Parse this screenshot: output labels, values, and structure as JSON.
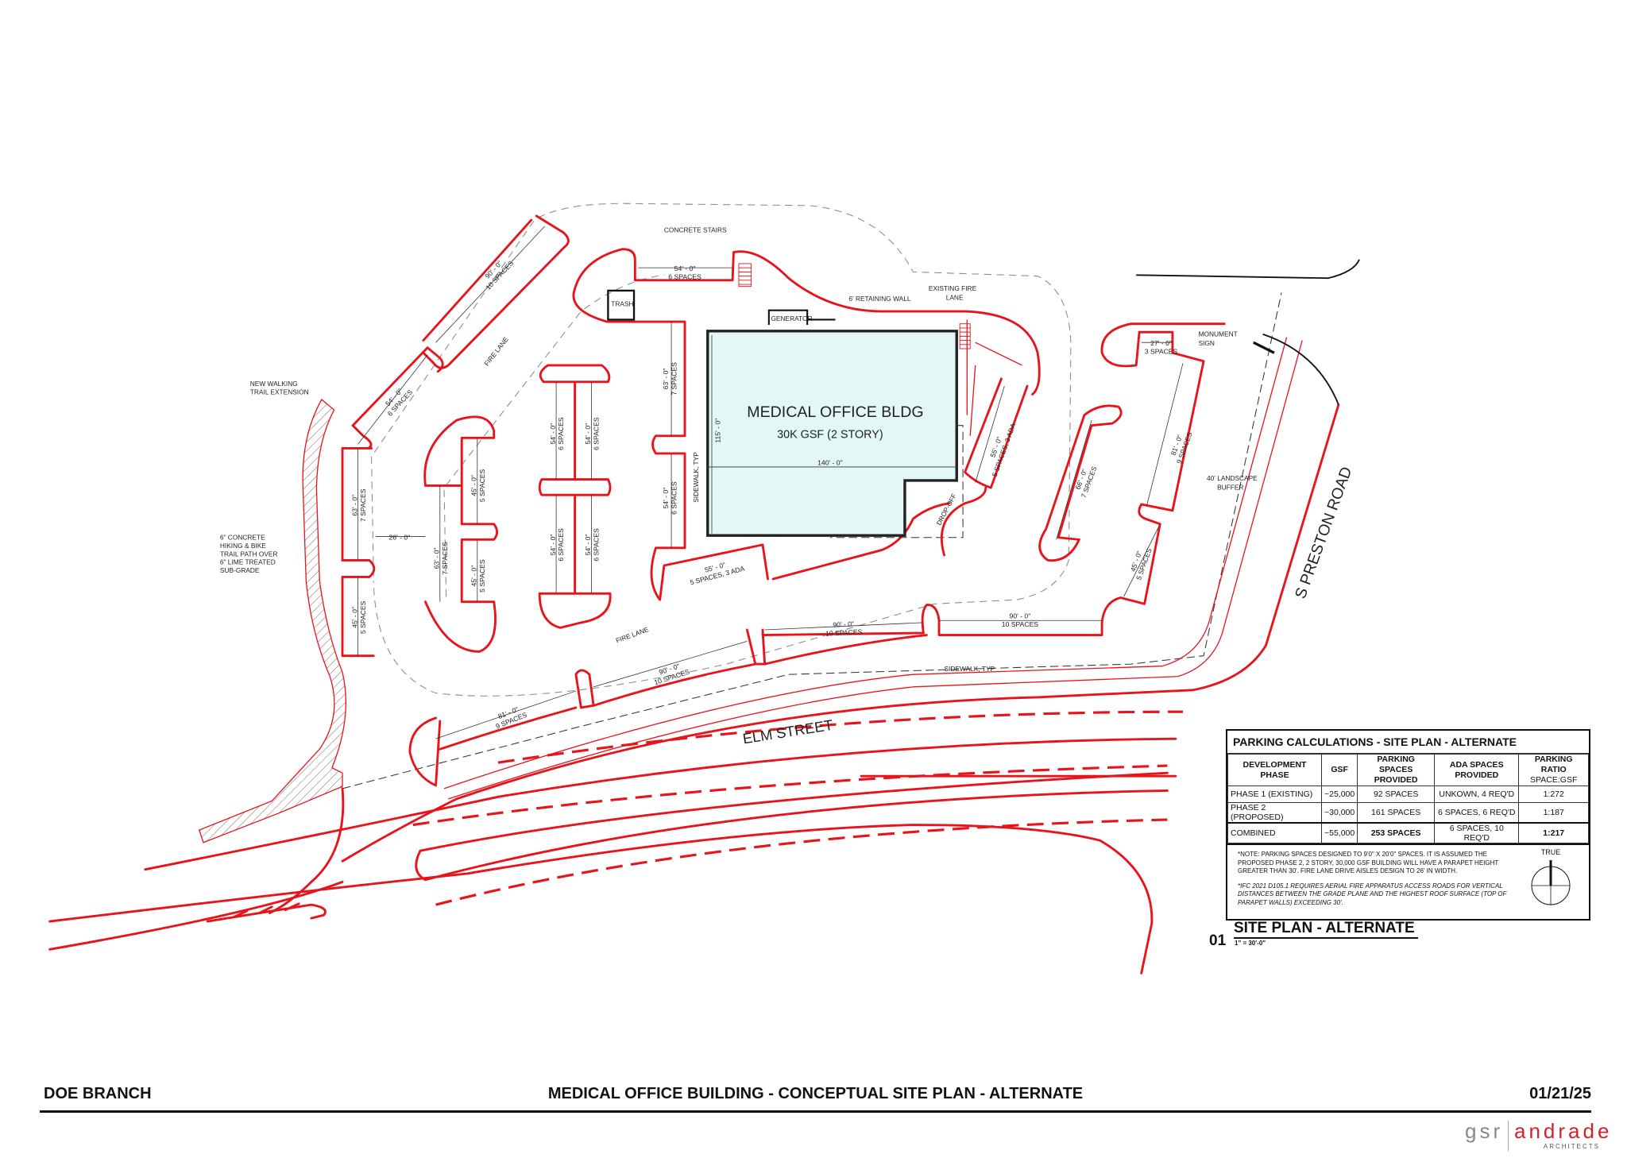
{
  "sheet": {
    "project": "DOE BRANCH",
    "title": "MEDICAL OFFICE BUILDING - CONCEPTUAL SITE PLAN - ALTERNATE",
    "date": "01/21/25",
    "logo": {
      "left": "gsr",
      "right": "andrade",
      "sub": "ARCHITECTS"
    }
  },
  "drawing": {
    "number": "01",
    "title": "SITE PLAN - ALTERNATE",
    "scale": "1\" = 30'-0\""
  },
  "building": {
    "name": "MEDICAL OFFICE BLDG",
    "size": "30K GSF (2 STORY)",
    "width_dim": "140' - 0\"",
    "depth_dim": "115' - 0\""
  },
  "streets": {
    "south": "ELM STREET",
    "east": "S PRESTON ROAD"
  },
  "labels": {
    "concrete_stairs": "CONCRETE STAIRS",
    "existing_fire_lane": [
      "EXISTING FIRE",
      "LANE"
    ],
    "retaining_wall": "6' RETAINING WALL",
    "trash": "TRASH",
    "generator": "GENERATOR",
    "monument_sign": [
      "MONUMENT",
      "SIGN"
    ],
    "landscape_buffer": [
      "40' LANDSCAPE",
      "BUFFER"
    ],
    "walking_trail": [
      "NEW WALKING",
      "TRAIL EXTENSION"
    ],
    "trail_path": [
      "6\" CONCRETE",
      "HIKING & BIKE",
      "TRAIL PATH OVER",
      "6\" LIME TREATED",
      "SUB-GRADE"
    ],
    "sidewalk": "SIDEWALK, TYP",
    "fire_lane": "FIRE LANE",
    "drop_off": "DROP-OFF",
    "aisle_width": "26' - 0\""
  },
  "parking_rows": [
    {
      "dim": "54' - 0\"",
      "spaces": "6 SPACES"
    },
    {
      "dim": "90' - 0\"",
      "spaces": "10 SPACES"
    },
    {
      "dim": "54' - 0\"",
      "spaces": "6 SPACES"
    },
    {
      "dim": "63' - 0\"",
      "spaces": "7 SPACES"
    },
    {
      "dim": "45' - 0\"",
      "spaces": "5 SPACES"
    },
    {
      "dim": "63' - 0\"",
      "spaces": "7 SPACES"
    },
    {
      "dim": "45' - 0\"",
      "spaces": "5 SPACES"
    },
    {
      "dim": "45' - 0\"",
      "spaces": "5 SPACES"
    },
    {
      "dim": "54' - 0\"",
      "spaces": "6 SPACES"
    },
    {
      "dim": "54' - 0\"",
      "spaces": "6 SPACES"
    },
    {
      "dim": "54' - 0\"",
      "spaces": "6 SPACES"
    },
    {
      "dim": "54' - 0\"",
      "spaces": "6 SPACES"
    },
    {
      "dim": "63' - 0\"",
      "spaces": "7 SPACES"
    },
    {
      "dim": "54' - 0\"",
      "spaces": "6 SPACES"
    },
    {
      "dim": "55' - 0\"",
      "spaces": "5 SPACES, 3 ADA"
    },
    {
      "dim": "55' - 0\"",
      "spaces": "5 SPACES, 3 ADA"
    },
    {
      "dim": "66' - 0\"",
      "spaces": "7 SPACES"
    },
    {
      "dim": "27' - 0\"",
      "spaces": "3 SPACES"
    },
    {
      "dim": "81' - 0\"",
      "spaces": "9 SPACES"
    },
    {
      "dim": "45' - 0\"",
      "spaces": "5 SPACES"
    },
    {
      "dim": "90' - 0\"",
      "spaces": "10 SPACES"
    },
    {
      "dim": "90' - 0\"",
      "spaces": "10 SPACES"
    },
    {
      "dim": "90' - 0\"",
      "spaces": "10 SPACES"
    },
    {
      "dim": "81' - 0\"",
      "spaces": "9 SPACES"
    }
  ],
  "parking_table": {
    "title": "PARKING CALCULATIONS - SITE PLAN - ALTERNATE",
    "headers": [
      [
        "DEVELOPMENT",
        "PHASE"
      ],
      [
        "GSF",
        ""
      ],
      [
        "PARKING SPACES",
        "PROVIDED"
      ],
      [
        "ADA SPACES",
        "PROVIDED"
      ],
      [
        "PARKING RATIO",
        "SPACE:GSF"
      ]
    ],
    "rows": [
      [
        "PHASE 1 (EXISTING)",
        "~25,000",
        "92 SPACES",
        "UNKOWN, 4 REQ'D",
        "1:272"
      ],
      [
        "PHASE 2 (PROPOSED)",
        "~30,000",
        "161 SPACES",
        "6 SPACES, 6 REQ'D",
        "1:187"
      ],
      [
        "COMBINED",
        "~55,000",
        "253 SPACES",
        "6 SPACES, 10 REQ'D",
        "1:217"
      ]
    ],
    "notes": [
      "*NOTE: PARKING SPACES DESIGNED TO 9'0\" X 20'0\" SPACES. IT IS ASSUMED THE PROPOSED PHASE 2, 2 STORY, 30,000 GSF BUILDING WILL HAVE A PARAPET HEIGHT GREATER THAN 30'. FIRE LANE DRIVE AISLES DESIGN TO 26' IN WIDTH.",
      "*IFC 2021 D105.1 REQUIRES AERIAL FIRE APPARATUS ACCESS ROADS FOR VERTICAL DISTANCES BETWEEN THE GRADE PLANE AND THE HIGHEST ROOF SURFACE (TOP OF PARAPET WALLS) EXCEEDING 30'."
    ]
  },
  "north_arrow": {
    "label": "TRUE",
    "icon": "north-arrow-icon"
  },
  "colors": {
    "curb": "#e8141c",
    "building_fill": "#e4f7f7",
    "linework": "#111111",
    "logo_accent": "#d0232a"
  }
}
